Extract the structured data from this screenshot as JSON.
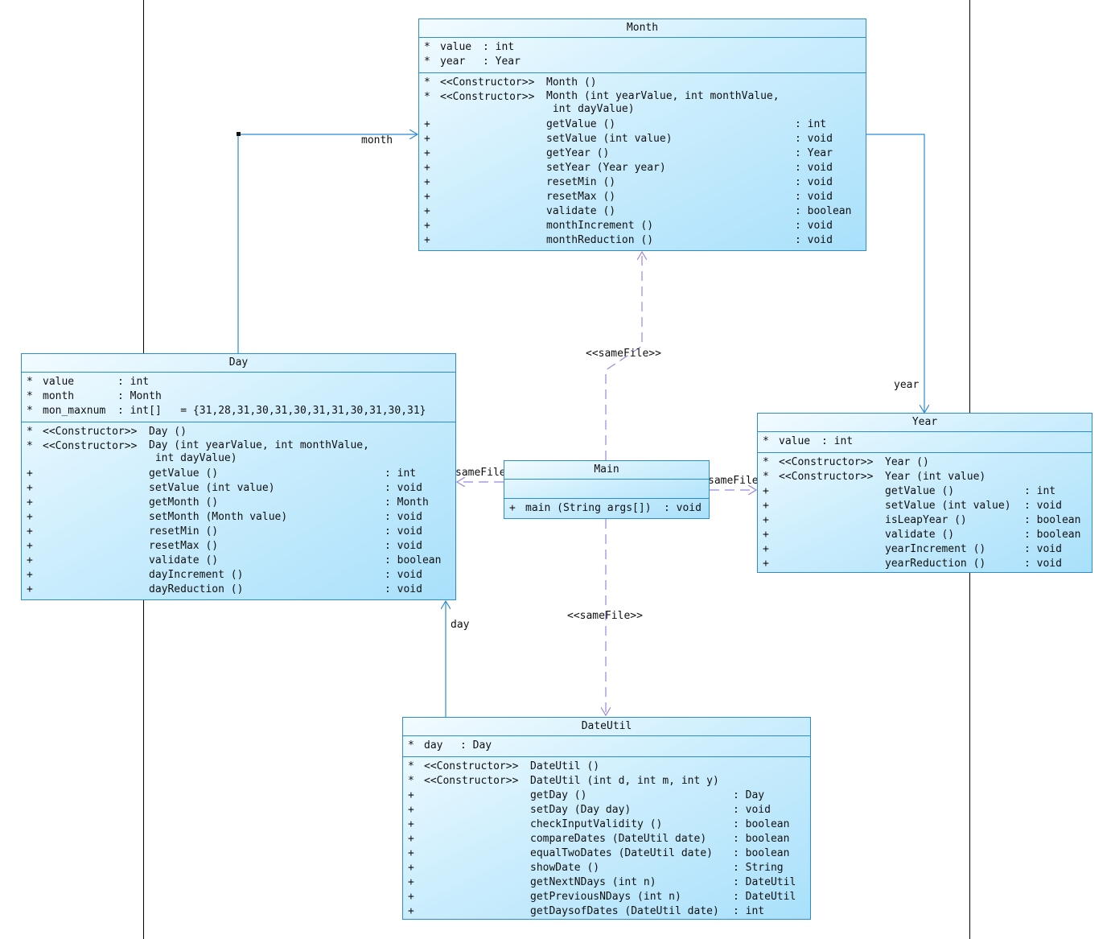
{
  "classes": {
    "month": {
      "name": "Month",
      "attributes": [
        {
          "vis": "*",
          "name": "value",
          "type": ": int"
        },
        {
          "vis": "*",
          "name": "year",
          "type": ": Year"
        }
      ],
      "operations": [
        {
          "vis": "*",
          "stereo": "<<Constructor>>",
          "name": "Month ()",
          "type": ""
        },
        {
          "vis": "*",
          "stereo": "<<Constructor>>",
          "name": "Month (int yearValue, int monthValue,\n int dayValue)",
          "type": ""
        },
        {
          "vis": "+",
          "stereo": "",
          "name": "getValue ()",
          "type": ": int"
        },
        {
          "vis": "+",
          "stereo": "",
          "name": "setValue (int value)",
          "type": ": void"
        },
        {
          "vis": "+",
          "stereo": "",
          "name": "getYear ()",
          "type": ": Year"
        },
        {
          "vis": "+",
          "stereo": "",
          "name": "setYear (Year year)",
          "type": ": void"
        },
        {
          "vis": "+",
          "stereo": "",
          "name": "resetMin ()",
          "type": ": void"
        },
        {
          "vis": "+",
          "stereo": "",
          "name": "resetMax ()",
          "type": ": void"
        },
        {
          "vis": "+",
          "stereo": "",
          "name": "validate ()",
          "type": ": boolean"
        },
        {
          "vis": "+",
          "stereo": "",
          "name": "monthIncrement ()",
          "type": ": void"
        },
        {
          "vis": "+",
          "stereo": "",
          "name": "monthReduction ()",
          "type": ": void"
        }
      ]
    },
    "day": {
      "name": "Day",
      "attributes": [
        {
          "vis": "*",
          "name": "value",
          "type": ": int"
        },
        {
          "vis": "*",
          "name": "month",
          "type": ": Month"
        },
        {
          "vis": "*",
          "name": "mon_maxnum",
          "type": ": int[]   = {31,28,31,30,31,30,31,31,30,31,30,31}"
        }
      ],
      "operations": [
        {
          "vis": "*",
          "stereo": "<<Constructor>>",
          "name": "Day ()",
          "type": ""
        },
        {
          "vis": "*",
          "stereo": "<<Constructor>>",
          "name": "Day (int yearValue, int monthValue,\n int dayValue)",
          "type": ""
        },
        {
          "vis": "+",
          "stereo": "",
          "name": "getValue ()",
          "type": ": int"
        },
        {
          "vis": "+",
          "stereo": "",
          "name": "setValue (int value)",
          "type": ": void"
        },
        {
          "vis": "+",
          "stereo": "",
          "name": "getMonth ()",
          "type": ": Month"
        },
        {
          "vis": "+",
          "stereo": "",
          "name": "setMonth (Month value)",
          "type": ": void"
        },
        {
          "vis": "+",
          "stereo": "",
          "name": "resetMin ()",
          "type": ": void"
        },
        {
          "vis": "+",
          "stereo": "",
          "name": "resetMax ()",
          "type": ": void"
        },
        {
          "vis": "+",
          "stereo": "",
          "name": "validate ()",
          "type": ": boolean"
        },
        {
          "vis": "+",
          "stereo": "",
          "name": "dayIncrement ()",
          "type": ": void"
        },
        {
          "vis": "+",
          "stereo": "",
          "name": "dayReduction ()",
          "type": ": void"
        }
      ]
    },
    "year": {
      "name": "Year",
      "attributes": [
        {
          "vis": "*",
          "name": "value",
          "type": ": int"
        }
      ],
      "operations": [
        {
          "vis": "*",
          "stereo": "<<Constructor>>",
          "name": "Year ()",
          "type": ""
        },
        {
          "vis": "*",
          "stereo": "<<Constructor>>",
          "name": "Year (int value)",
          "type": ""
        },
        {
          "vis": "+",
          "stereo": "",
          "name": "getValue ()",
          "type": ": int"
        },
        {
          "vis": "+",
          "stereo": "",
          "name": "setValue (int value)",
          "type": ": void"
        },
        {
          "vis": "+",
          "stereo": "",
          "name": "isLeapYear ()",
          "type": ": boolean"
        },
        {
          "vis": "+",
          "stereo": "",
          "name": "validate ()",
          "type": ": boolean"
        },
        {
          "vis": "+",
          "stereo": "",
          "name": "yearIncrement ()",
          "type": ": void"
        },
        {
          "vis": "+",
          "stereo": "",
          "name": "yearReduction ()",
          "type": ": void"
        }
      ]
    },
    "main": {
      "name": "Main",
      "attributes": [],
      "operations": [
        {
          "vis": "+",
          "stereo": "",
          "name": "main (String args[])",
          "type": ": void"
        }
      ]
    },
    "dateutil": {
      "name": "DateUtil",
      "attributes": [
        {
          "vis": "*",
          "name": "day",
          "type": ": Day"
        }
      ],
      "operations": [
        {
          "vis": "*",
          "stereo": "<<Constructor>>",
          "name": "DateUtil ()",
          "type": ""
        },
        {
          "vis": "*",
          "stereo": "<<Constructor>>",
          "name": "DateUtil (int d, int m, int y)",
          "type": ""
        },
        {
          "vis": "+",
          "stereo": "",
          "name": "getDay ()",
          "type": ": Day"
        },
        {
          "vis": "+",
          "stereo": "",
          "name": "setDay (Day day)",
          "type": ": void"
        },
        {
          "vis": "+",
          "stereo": "",
          "name": "checkInputValidity ()",
          "type": ": boolean"
        },
        {
          "vis": "+",
          "stereo": "",
          "name": "compareDates (DateUtil date)",
          "type": ": boolean"
        },
        {
          "vis": "+",
          "stereo": "",
          "name": "equalTwoDates (DateUtil date)",
          "type": ": boolean"
        },
        {
          "vis": "+",
          "stereo": "",
          "name": "showDate ()",
          "type": ": String"
        },
        {
          "vis": "+",
          "stereo": "",
          "name": "getNextNDays (int n)",
          "type": ": DateUtil"
        },
        {
          "vis": "+",
          "stereo": "",
          "name": "getPreviousNDays (int n)",
          "type": ": DateUtil"
        },
        {
          "vis": "+",
          "stereo": "",
          "name": "getDaysofDates (DateUtil date)",
          "type": ": int"
        }
      ]
    }
  },
  "labels": {
    "month_assoc": "month",
    "year_assoc": "year",
    "day_assoc": "day",
    "samefile_month": "<<sameFile>>",
    "samefile_dateutil": "<<sameFile>>",
    "samefile_day": "sameFile",
    "samefile_year": "sameFile"
  },
  "colors": {
    "association": "#2a8bd6",
    "dependency": "#9b86e0",
    "class_border": "#2a8bd6"
  }
}
